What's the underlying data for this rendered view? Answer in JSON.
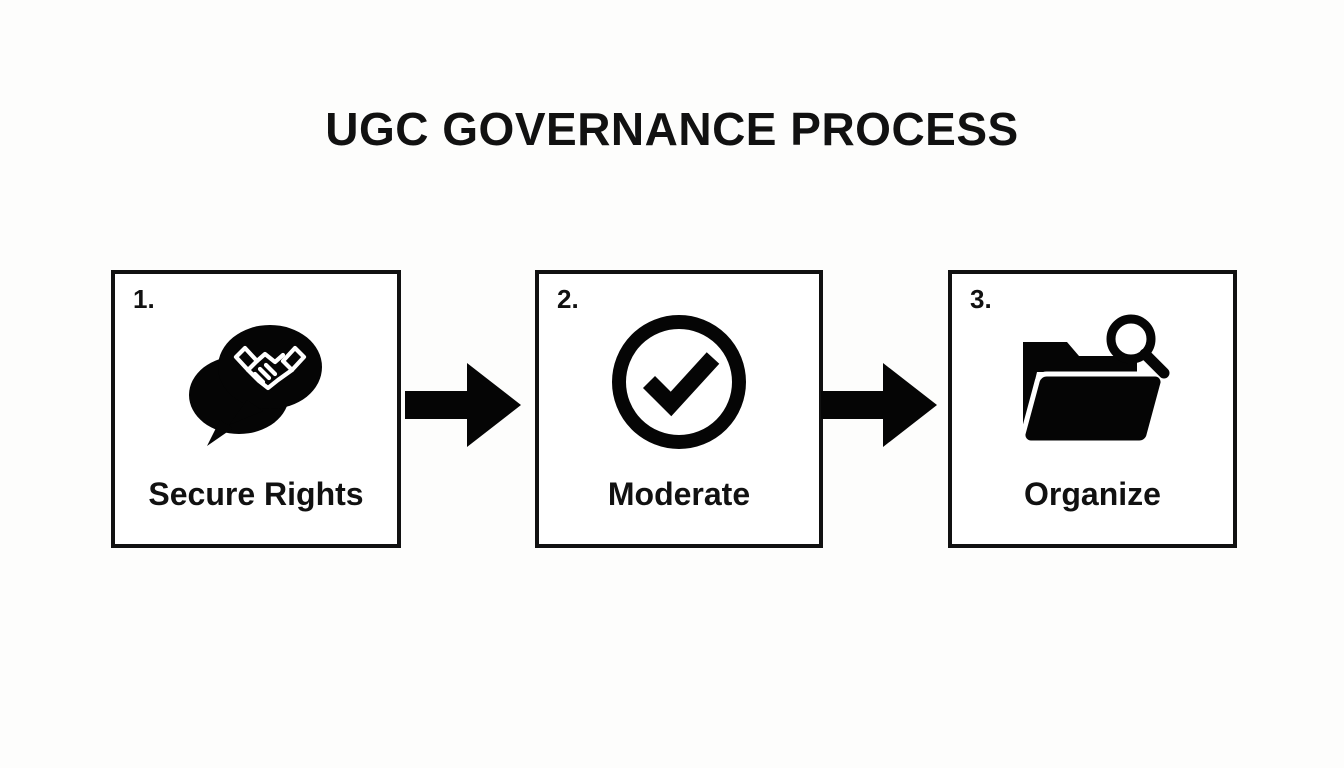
{
  "slide": {
    "title": "UGC GOVERNANCE PROCESS",
    "background_color": "#fdfdfc",
    "ink_color": "#111111"
  },
  "steps": [
    {
      "number": "1.",
      "label": "Secure Rights",
      "icon": "speech-bubbles-handshake-icon"
    },
    {
      "number": "2.",
      "label": "Moderate",
      "icon": "check-circle-icon"
    },
    {
      "number": "3.",
      "label": "Organize",
      "icon": "folder-search-icon"
    }
  ],
  "connectors": [
    {
      "icon": "arrow-right-icon"
    },
    {
      "icon": "arrow-right-icon"
    }
  ]
}
